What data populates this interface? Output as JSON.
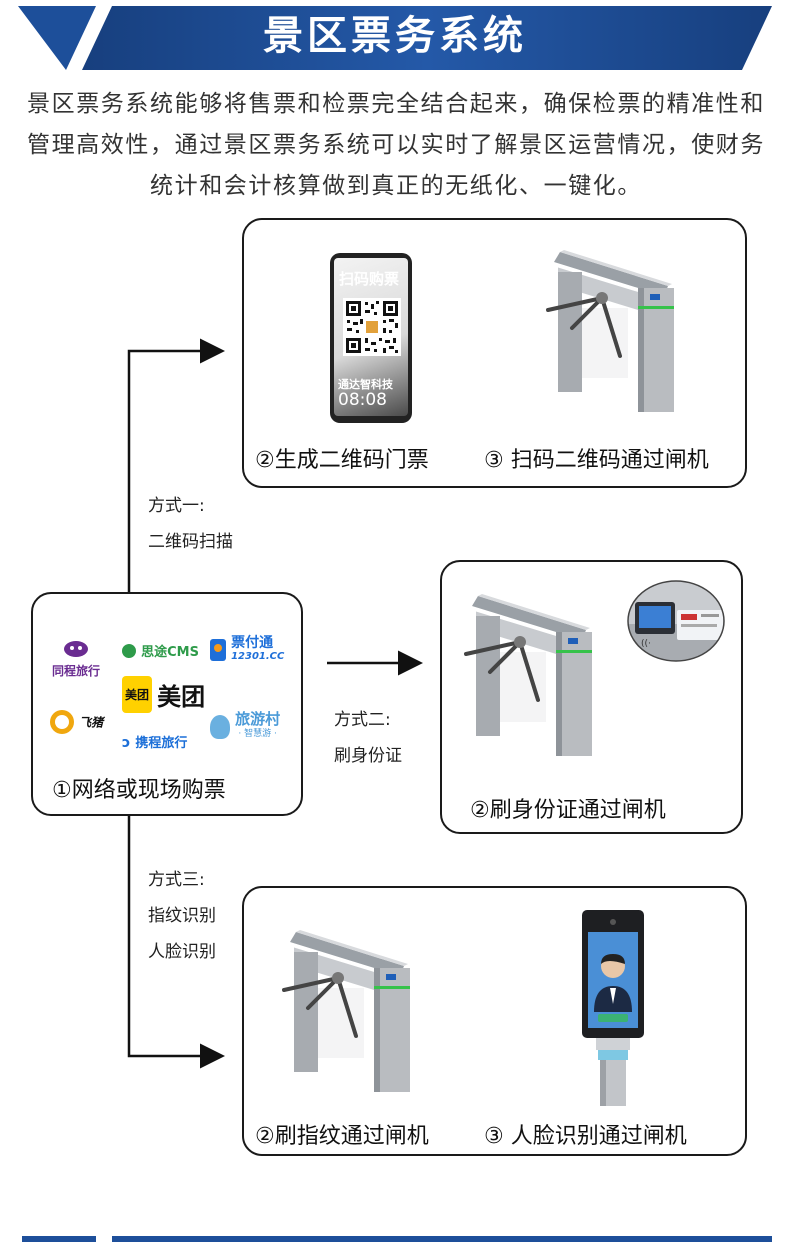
{
  "header": {
    "title": "景区票务系统"
  },
  "intro": {
    "text": "景区票务系统能够将售票和检票完全结合起来，确保检票的精准性和管理高效性，通过景区票务系统可以实时了解景区运营情况，使财务统计和会计核算做到真正的无纸化、一键化。"
  },
  "purchase": {
    "caption": "①网络或现场购票",
    "logos": {
      "tongcheng": "同程旅行",
      "sitou": "思途CMS",
      "piaofu": "票付通",
      "piaofu_sub": "12301.CC",
      "meituan_badge": "美团",
      "meituan": "美团",
      "feizhu": "飞猪",
      "ctrip": "携程旅行",
      "lvyoucun": "旅游村",
      "lvyoucun_sub": "· 智慧游 ·"
    }
  },
  "method1": {
    "label_line1": "方式一:",
    "label_line2": "二维码扫描",
    "phone": {
      "title": "扫码购票",
      "brand": "通达智科技",
      "time": "08:08"
    },
    "step2": "②生成二维码门票",
    "step3": "③ 扫码二维码通过闸机"
  },
  "method2": {
    "label_line1": "方式二:",
    "label_line2": "刷身份证",
    "step2": "②刷身份证通过闸机"
  },
  "method3": {
    "label_line1": "方式三:",
    "label_line2": "指纹识别",
    "label_line3": "人脸识别",
    "step2": "②刷指纹通过闸机",
    "step3": "③ 人脸识别通过闸机"
  },
  "colors": {
    "header_blue": "#1d4f9a",
    "header_dark": "#173f7e",
    "border": "#1a1a1a",
    "gate_steel": "#b9bcc0",
    "gate_led": "#36c24a"
  }
}
